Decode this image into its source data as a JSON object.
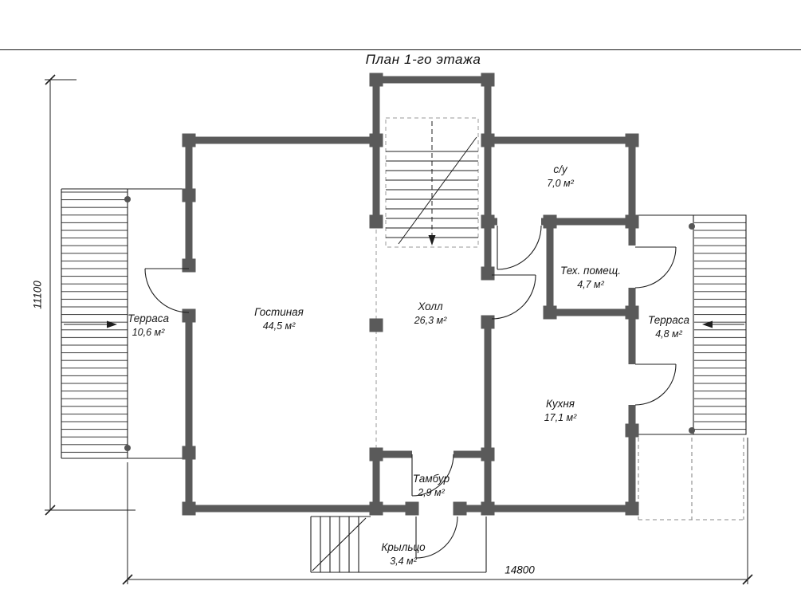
{
  "title": "План 1-го этажа",
  "rooms": [
    {
      "id": "terrace-left",
      "name": "Терраса",
      "area": "10,6 м²"
    },
    {
      "id": "living-room",
      "name": "Гостиная",
      "area": "44,5 м²"
    },
    {
      "id": "hall",
      "name": "Холл",
      "area": "26,3 м²"
    },
    {
      "id": "bathroom",
      "name": "с/у",
      "area": "7,0 м²"
    },
    {
      "id": "utility-room",
      "name": "Тех. помещ.",
      "area": "4,7 м²"
    },
    {
      "id": "terrace-right",
      "name": "Терраса",
      "area": "4,8 м²"
    },
    {
      "id": "kitchen",
      "name": "Кухня",
      "area": "17,1 м²"
    },
    {
      "id": "vestibule",
      "name": "Тамбур",
      "area": "2,9 м²"
    },
    {
      "id": "porch",
      "name": "Крыльцо",
      "area": "3,4 м²"
    }
  ],
  "dimensions": {
    "height_mm": "11100",
    "width_mm": "14800"
  },
  "colors": {
    "wall": "#5a5a5a",
    "line": "#1f1f1f",
    "hatch": "#3a3a3a",
    "dashed": "#8a8a8a"
  }
}
